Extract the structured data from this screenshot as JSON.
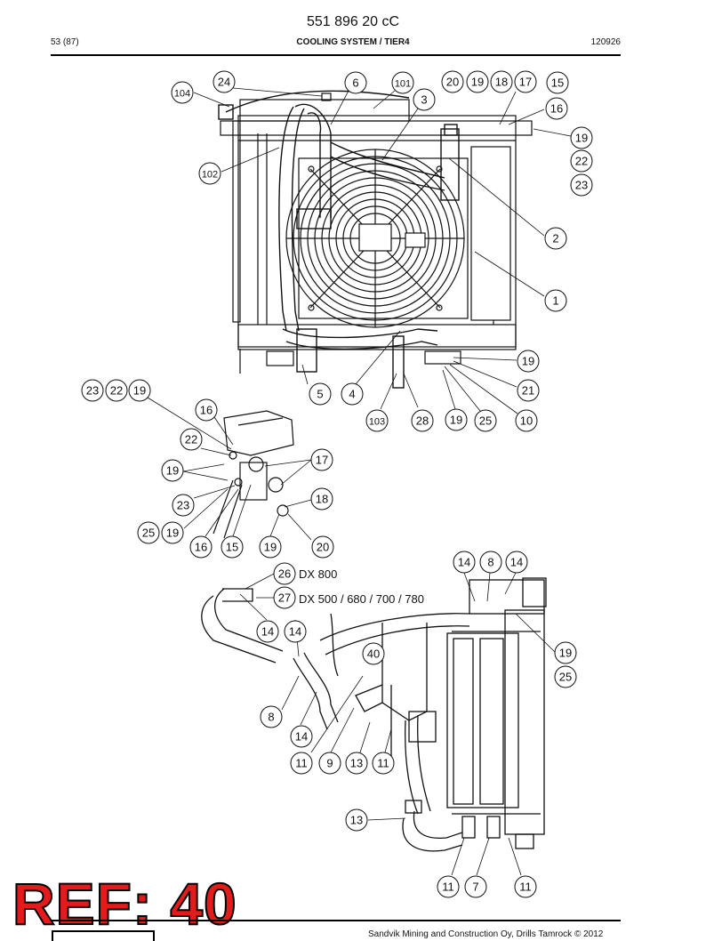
{
  "header": {
    "doc_number": "551 896 20 cC",
    "page": "53 (87)",
    "title": "COOLING SYSTEM / TIER4",
    "date": "120926"
  },
  "variants": {
    "dx800": "DX 800",
    "dx500": "DX 500 / 680 / 700 / 780"
  },
  "callouts": [
    {
      "id": "c1",
      "label": "24"
    },
    {
      "id": "c2",
      "label": "104"
    },
    {
      "id": "c3",
      "label": "6"
    },
    {
      "id": "c4",
      "label": "101"
    },
    {
      "id": "c5",
      "label": "3"
    },
    {
      "id": "c6",
      "label": "20"
    },
    {
      "id": "c7",
      "label": "19"
    },
    {
      "id": "c8",
      "label": "18"
    },
    {
      "id": "c9",
      "label": "17"
    },
    {
      "id": "c10",
      "label": "15"
    },
    {
      "id": "c11",
      "label": "16"
    },
    {
      "id": "c12",
      "label": "19"
    },
    {
      "id": "c13",
      "label": "22"
    },
    {
      "id": "c14",
      "label": "23"
    },
    {
      "id": "c15",
      "label": "102"
    },
    {
      "id": "c16",
      "label": "2"
    },
    {
      "id": "c17",
      "label": "1"
    },
    {
      "id": "c18",
      "label": "19"
    },
    {
      "id": "c19",
      "label": "21"
    },
    {
      "id": "c20",
      "label": "10"
    },
    {
      "id": "c21",
      "label": "25"
    },
    {
      "id": "c22",
      "label": "19"
    },
    {
      "id": "c23",
      "label": "28"
    },
    {
      "id": "c24",
      "label": "103"
    },
    {
      "id": "c25",
      "label": "4"
    },
    {
      "id": "c26",
      "label": "5"
    },
    {
      "id": "c27",
      "label": "23"
    },
    {
      "id": "c28",
      "label": "22"
    },
    {
      "id": "c29",
      "label": "19"
    },
    {
      "id": "c30",
      "label": "16"
    },
    {
      "id": "c31",
      "label": "22"
    },
    {
      "id": "c32",
      "label": "19"
    },
    {
      "id": "c33",
      "label": "17"
    },
    {
      "id": "c34",
      "label": "23"
    },
    {
      "id": "c35",
      "label": "18"
    },
    {
      "id": "c36",
      "label": "25"
    },
    {
      "id": "c37",
      "label": "19"
    },
    {
      "id": "c38",
      "label": "16"
    },
    {
      "id": "c39",
      "label": "15"
    },
    {
      "id": "c40",
      "label": "19"
    },
    {
      "id": "c41",
      "label": "20"
    },
    {
      "id": "c42",
      "label": "26"
    },
    {
      "id": "c43",
      "label": "27"
    },
    {
      "id": "c44",
      "label": "14"
    },
    {
      "id": "c45",
      "label": "8"
    },
    {
      "id": "c46",
      "label": "14"
    },
    {
      "id": "c47",
      "label": "14"
    },
    {
      "id": "c48",
      "label": "14"
    },
    {
      "id": "c49",
      "label": "40"
    },
    {
      "id": "c50",
      "label": "19"
    },
    {
      "id": "c51",
      "label": "25"
    },
    {
      "id": "c52",
      "label": "8"
    },
    {
      "id": "c53",
      "label": "14"
    },
    {
      "id": "c54",
      "label": "11"
    },
    {
      "id": "c55",
      "label": "9"
    },
    {
      "id": "c56",
      "label": "13"
    },
    {
      "id": "c57",
      "label": "11"
    },
    {
      "id": "c58",
      "label": "13"
    },
    {
      "id": "c59",
      "label": "11"
    },
    {
      "id": "c60",
      "label": "7"
    },
    {
      "id": "c61",
      "label": "11"
    }
  ],
  "stamp": {
    "text": "REF: 40",
    "color": "#e31b1b"
  },
  "footer": {
    "text": "Sandvik Mining and Construction Oy, Drills Tamrock © 2012"
  }
}
